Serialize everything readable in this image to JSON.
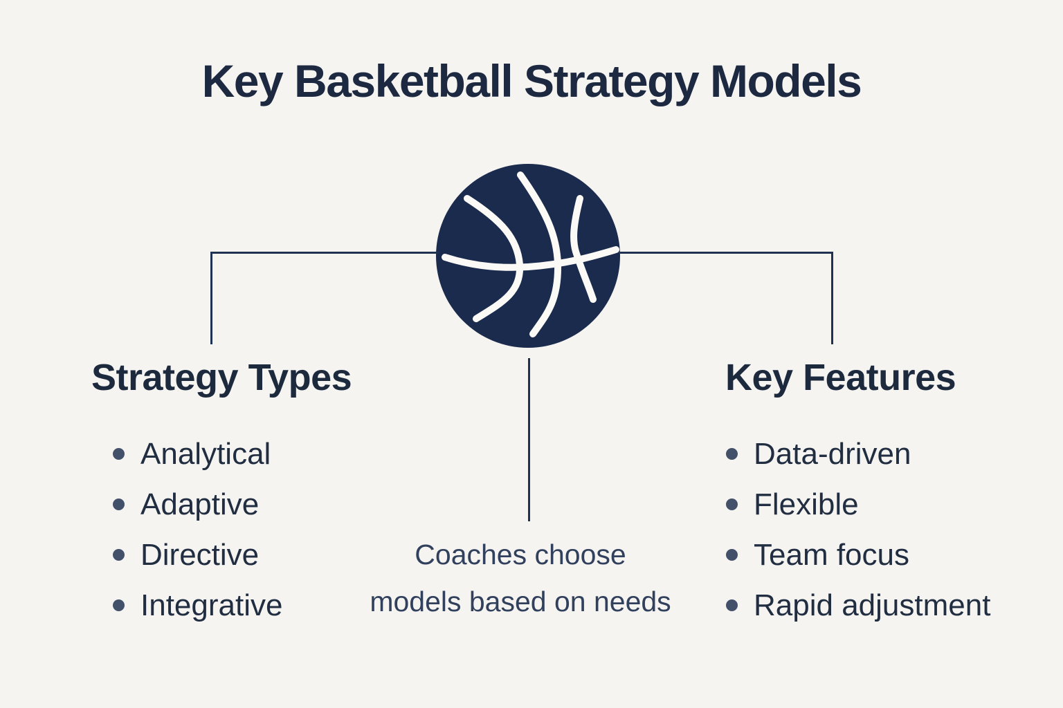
{
  "title": "Key Basketball Strategy Models",
  "center_icon": {
    "name": "basketball"
  },
  "left_section": {
    "heading": "Strategy Types",
    "items": [
      "Analytical",
      "Adaptive",
      "Directive",
      "Integrative"
    ]
  },
  "right_section": {
    "heading": "Key Features",
    "items": [
      "Data-driven",
      "Flexible",
      "Team focus",
      "Rapid adjustment"
    ]
  },
  "caption": {
    "lines": [
      "Coaches choose",
      "models based on needs"
    ]
  },
  "colors": {
    "bg": "#f6f4f1",
    "title": "#1c2940",
    "heading": "#1d2a3e",
    "text": "#212e41",
    "bullet": "#42506a",
    "caption": "#31405c",
    "line": "#203252",
    "ball": "#1b2b4d",
    "seam": "#fbfaf7"
  }
}
